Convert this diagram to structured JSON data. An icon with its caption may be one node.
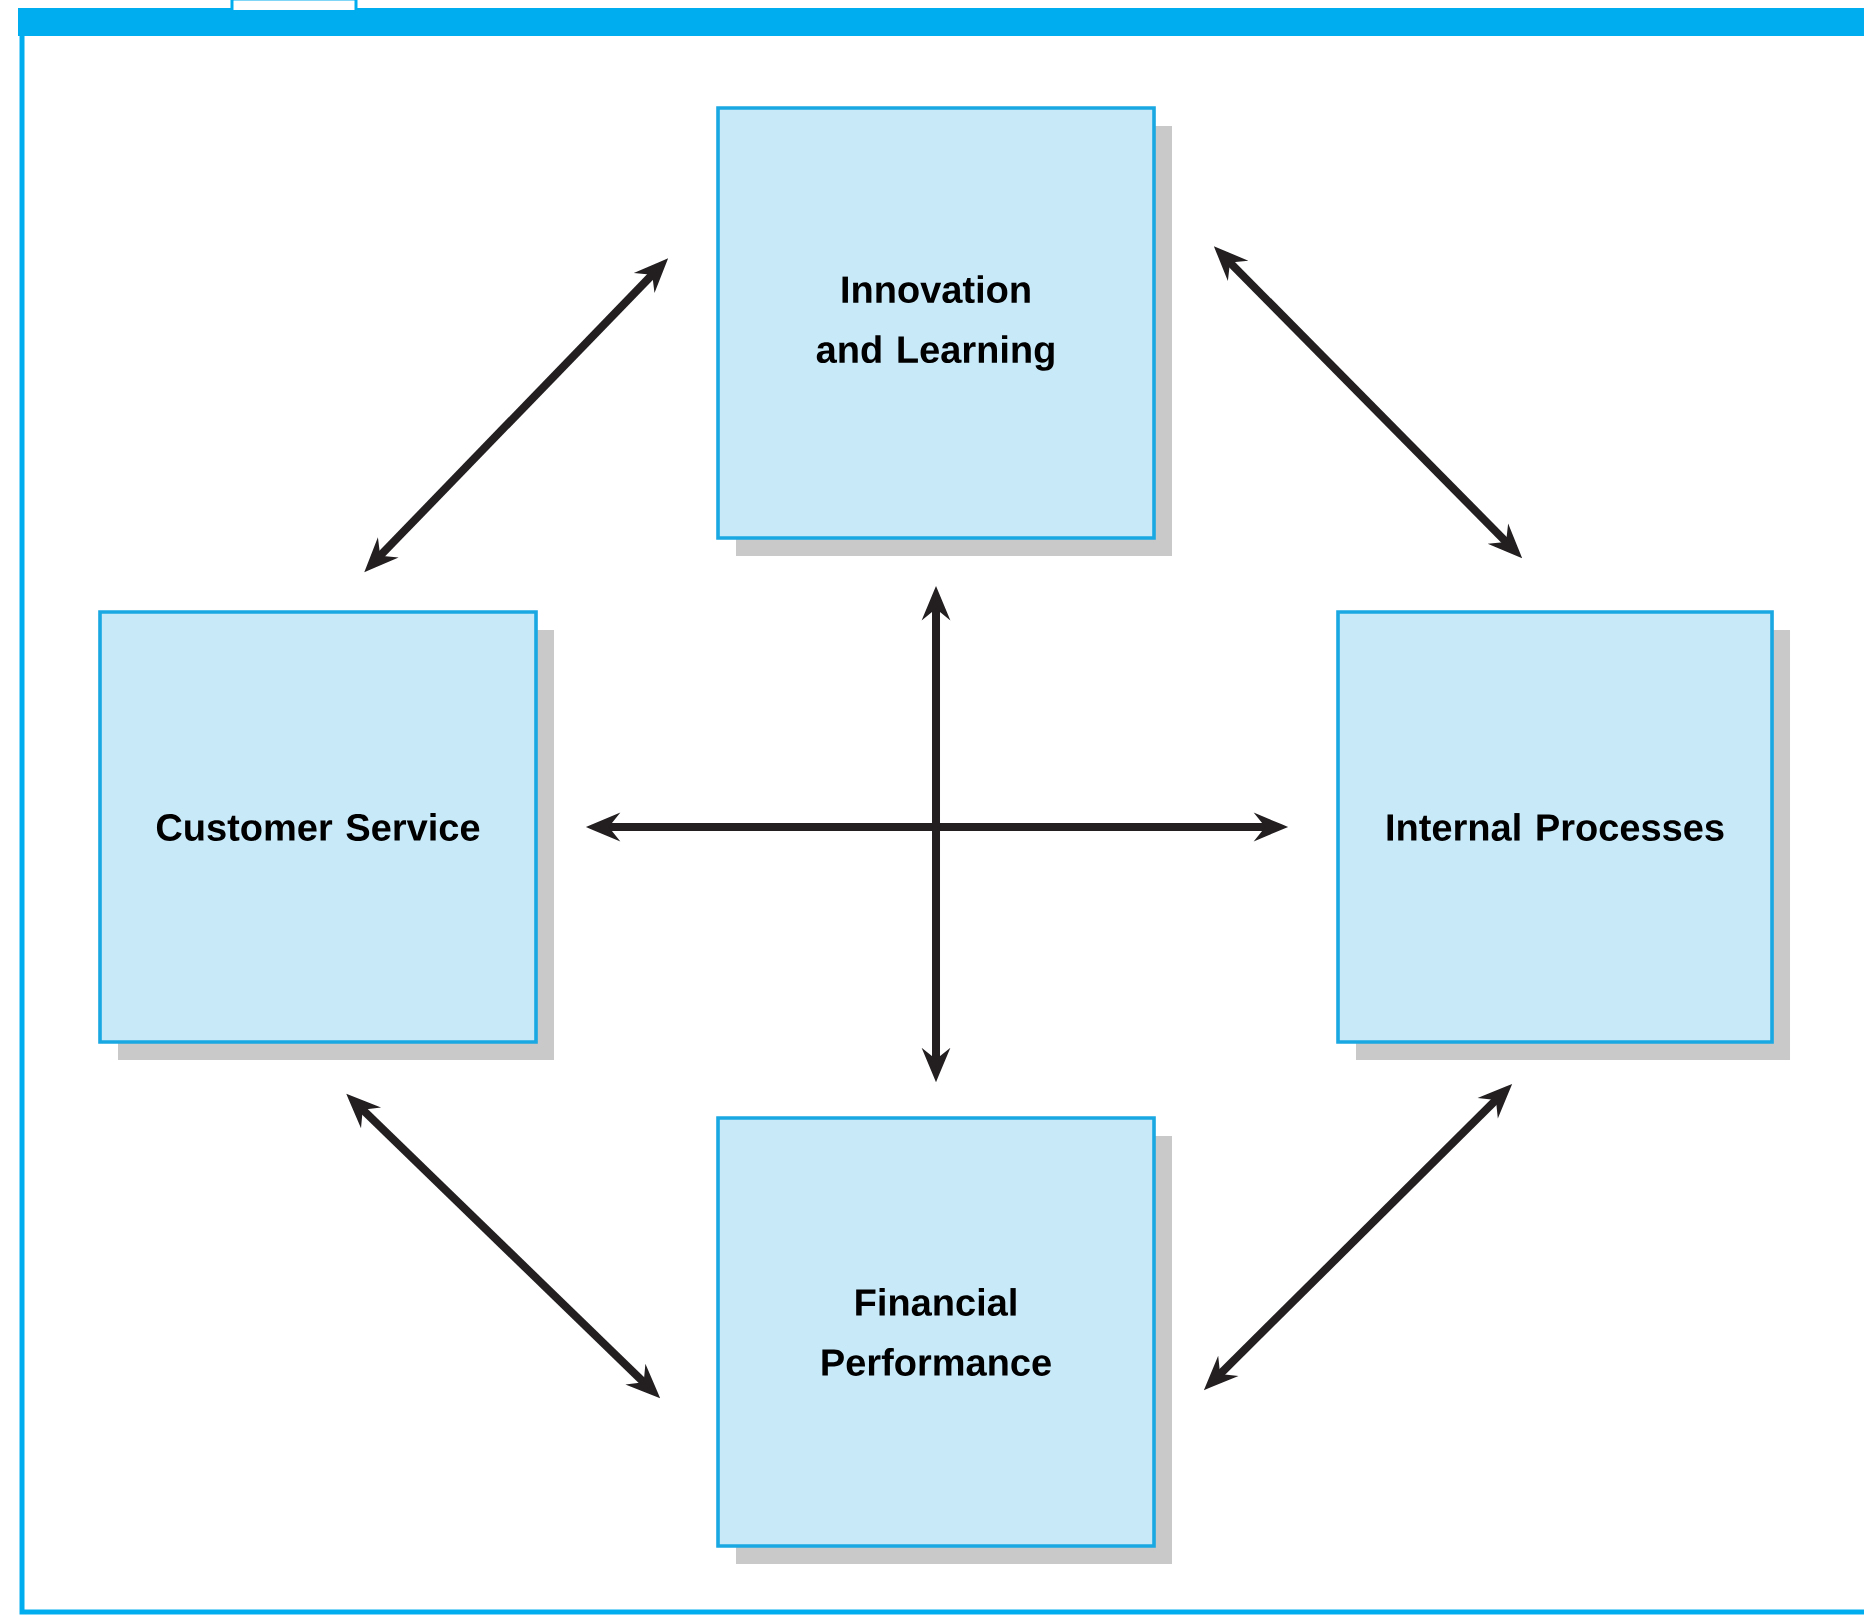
{
  "diagram": {
    "nodes": [
      {
        "text": [
          "Innovation and Learning"
        ]
      },
      {
        "text": [
          "Customer Service"
        ]
      },
      {
        "text": [
          "Internal Processes"
        ]
      },
      {
        "text": [
          "Financial Performance"
        ]
      }
    ],
    "edges": [
      {
        "from": 0,
        "to": 1,
        "arrow": "both"
      },
      {
        "from": 0,
        "to": 2,
        "arrow": "both"
      },
      {
        "from": 1,
        "to": 3,
        "arrow": "both"
      },
      {
        "from": 2,
        "to": 3,
        "arrow": "both"
      },
      {
        "from": 1,
        "to": 2,
        "arrow": "both"
      },
      {
        "from": 0,
        "to": 3,
        "arrow": "both"
      }
    ]
  }
}
